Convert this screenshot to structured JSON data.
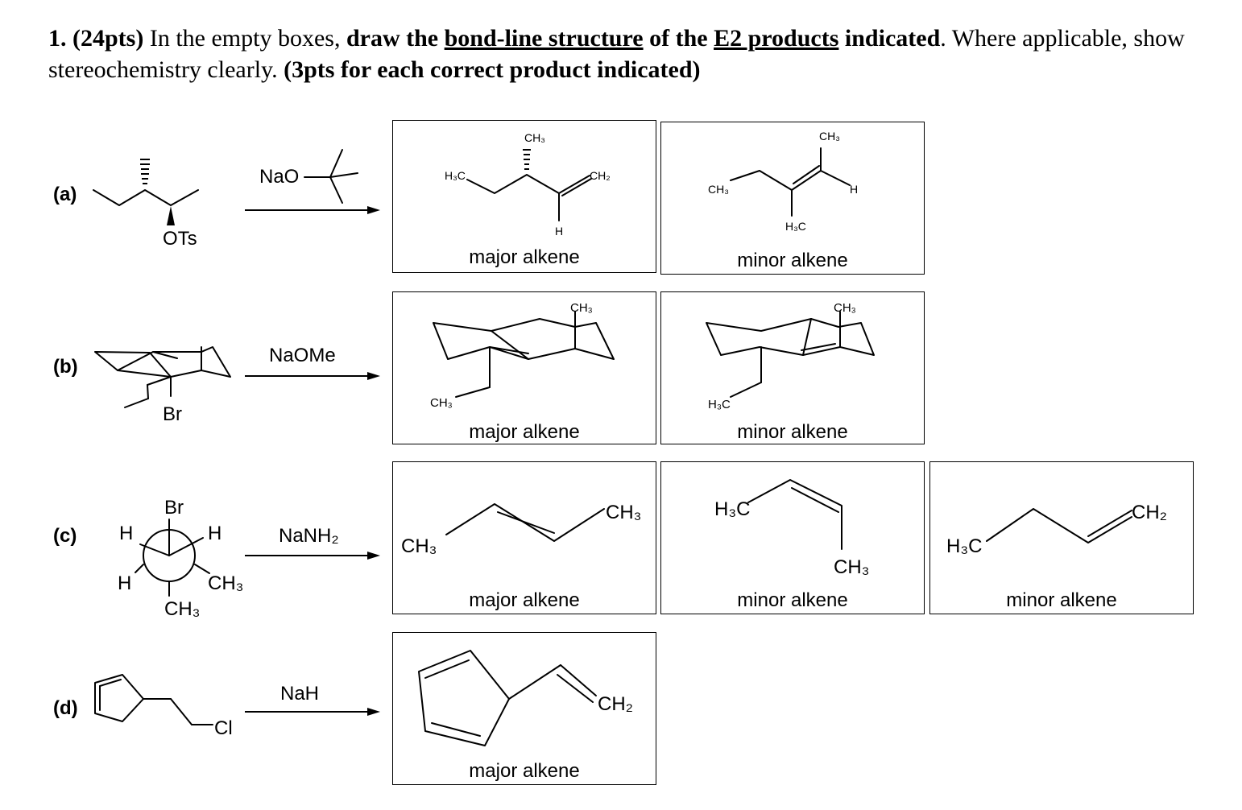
{
  "question": {
    "number": "1.",
    "points": "(24pts)",
    "t1": " In the empty boxes, ",
    "t2": "draw the ",
    "u1": "bond-line structure",
    "t3": " of the ",
    "u2": "E2 products",
    "t4": " indicated",
    "t5": ". Where applicable, show stereochemistry clearly.  ",
    "t6": "(3pts for each correct product indicated)"
  },
  "parts": [
    {
      "label": "(a)",
      "reagent": "NaO",
      "leaving_group": "OTs",
      "products": [
        {
          "caption": "major alkene",
          "atoms": [
            "CH3",
            "H3C",
            "CH2",
            "H"
          ]
        },
        {
          "caption": "minor alkene",
          "atoms": [
            "CH3",
            "CH3",
            "H",
            "H3C"
          ]
        }
      ]
    },
    {
      "label": "(b)",
      "reagent": "NaOMe",
      "leaving_group": "Br",
      "products": [
        {
          "caption": "major alkene",
          "atoms": [
            "CH3",
            "CH3"
          ]
        },
        {
          "caption": "minor alkene",
          "atoms": [
            "CH3",
            "H3C"
          ]
        }
      ]
    },
    {
      "label": "(c)",
      "reagent": "NaNH2",
      "newman": {
        "front_top": "Br",
        "front_left": "H",
        "front_right": "H",
        "back_left": "H",
        "back_right": "CH3",
        "bottom": "CH3"
      },
      "products": [
        {
          "caption": "major alkene",
          "atoms": [
            "CH3",
            "CH3"
          ]
        },
        {
          "caption": "minor alkene",
          "atoms": [
            "H3C",
            "CH3"
          ]
        },
        {
          "caption": "minor alkene",
          "atoms": [
            "H3C",
            "CH2"
          ]
        }
      ]
    },
    {
      "label": "(d)",
      "reagent": "NaH",
      "leaving_group": "Cl",
      "products": [
        {
          "caption": "major alkene",
          "atoms": [
            "CH2"
          ]
        }
      ]
    }
  ]
}
